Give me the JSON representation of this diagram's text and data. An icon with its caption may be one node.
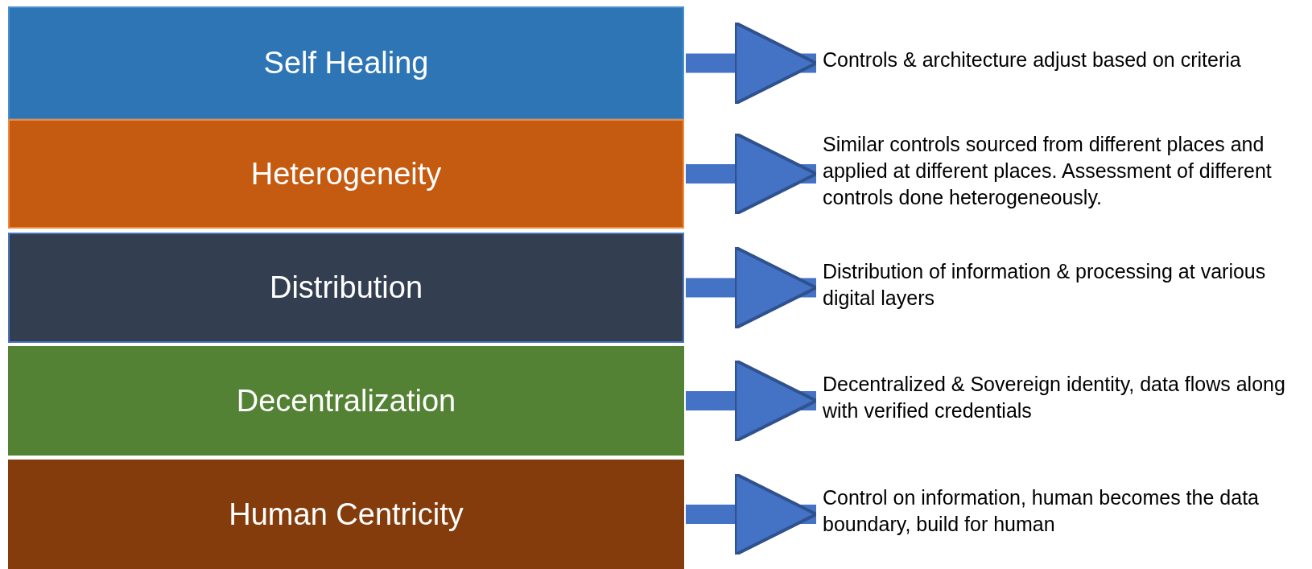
{
  "diagram": {
    "nodes": [
      {
        "text": [
          "Self Healing"
        ]
      },
      {
        "text": [
          "Controls & architecture adjust based on criteria"
        ]
      },
      {
        "text": [
          "Heterogeneity"
        ]
      },
      {
        "text": [
          "Similar controls sourced from different places and applied at different places. Assessment of different controls done heterogeneously."
        ]
      },
      {
        "text": [
          "Distribution"
        ]
      },
      {
        "text": [
          "Distribution of information & processing at various digital layers"
        ]
      },
      {
        "text": [
          "Decentralization"
        ]
      },
      {
        "text": [
          "Decentralized & Sovereign identity, data flows along with verified credentials"
        ]
      },
      {
        "text": [
          "Human Centricity"
        ]
      },
      {
        "text": [
          "Control on information, human becomes the data boundary, build for human"
        ]
      }
    ],
    "edges": [
      {
        "from": 0,
        "to": 1,
        "arrow": "to"
      },
      {
        "from": 2,
        "to": 3,
        "arrow": "to"
      },
      {
        "from": 4,
        "to": 5,
        "arrow": "to"
      },
      {
        "from": 6,
        "to": 7,
        "arrow": "to"
      },
      {
        "from": 8,
        "to": 9,
        "arrow": "to"
      }
    ]
  }
}
